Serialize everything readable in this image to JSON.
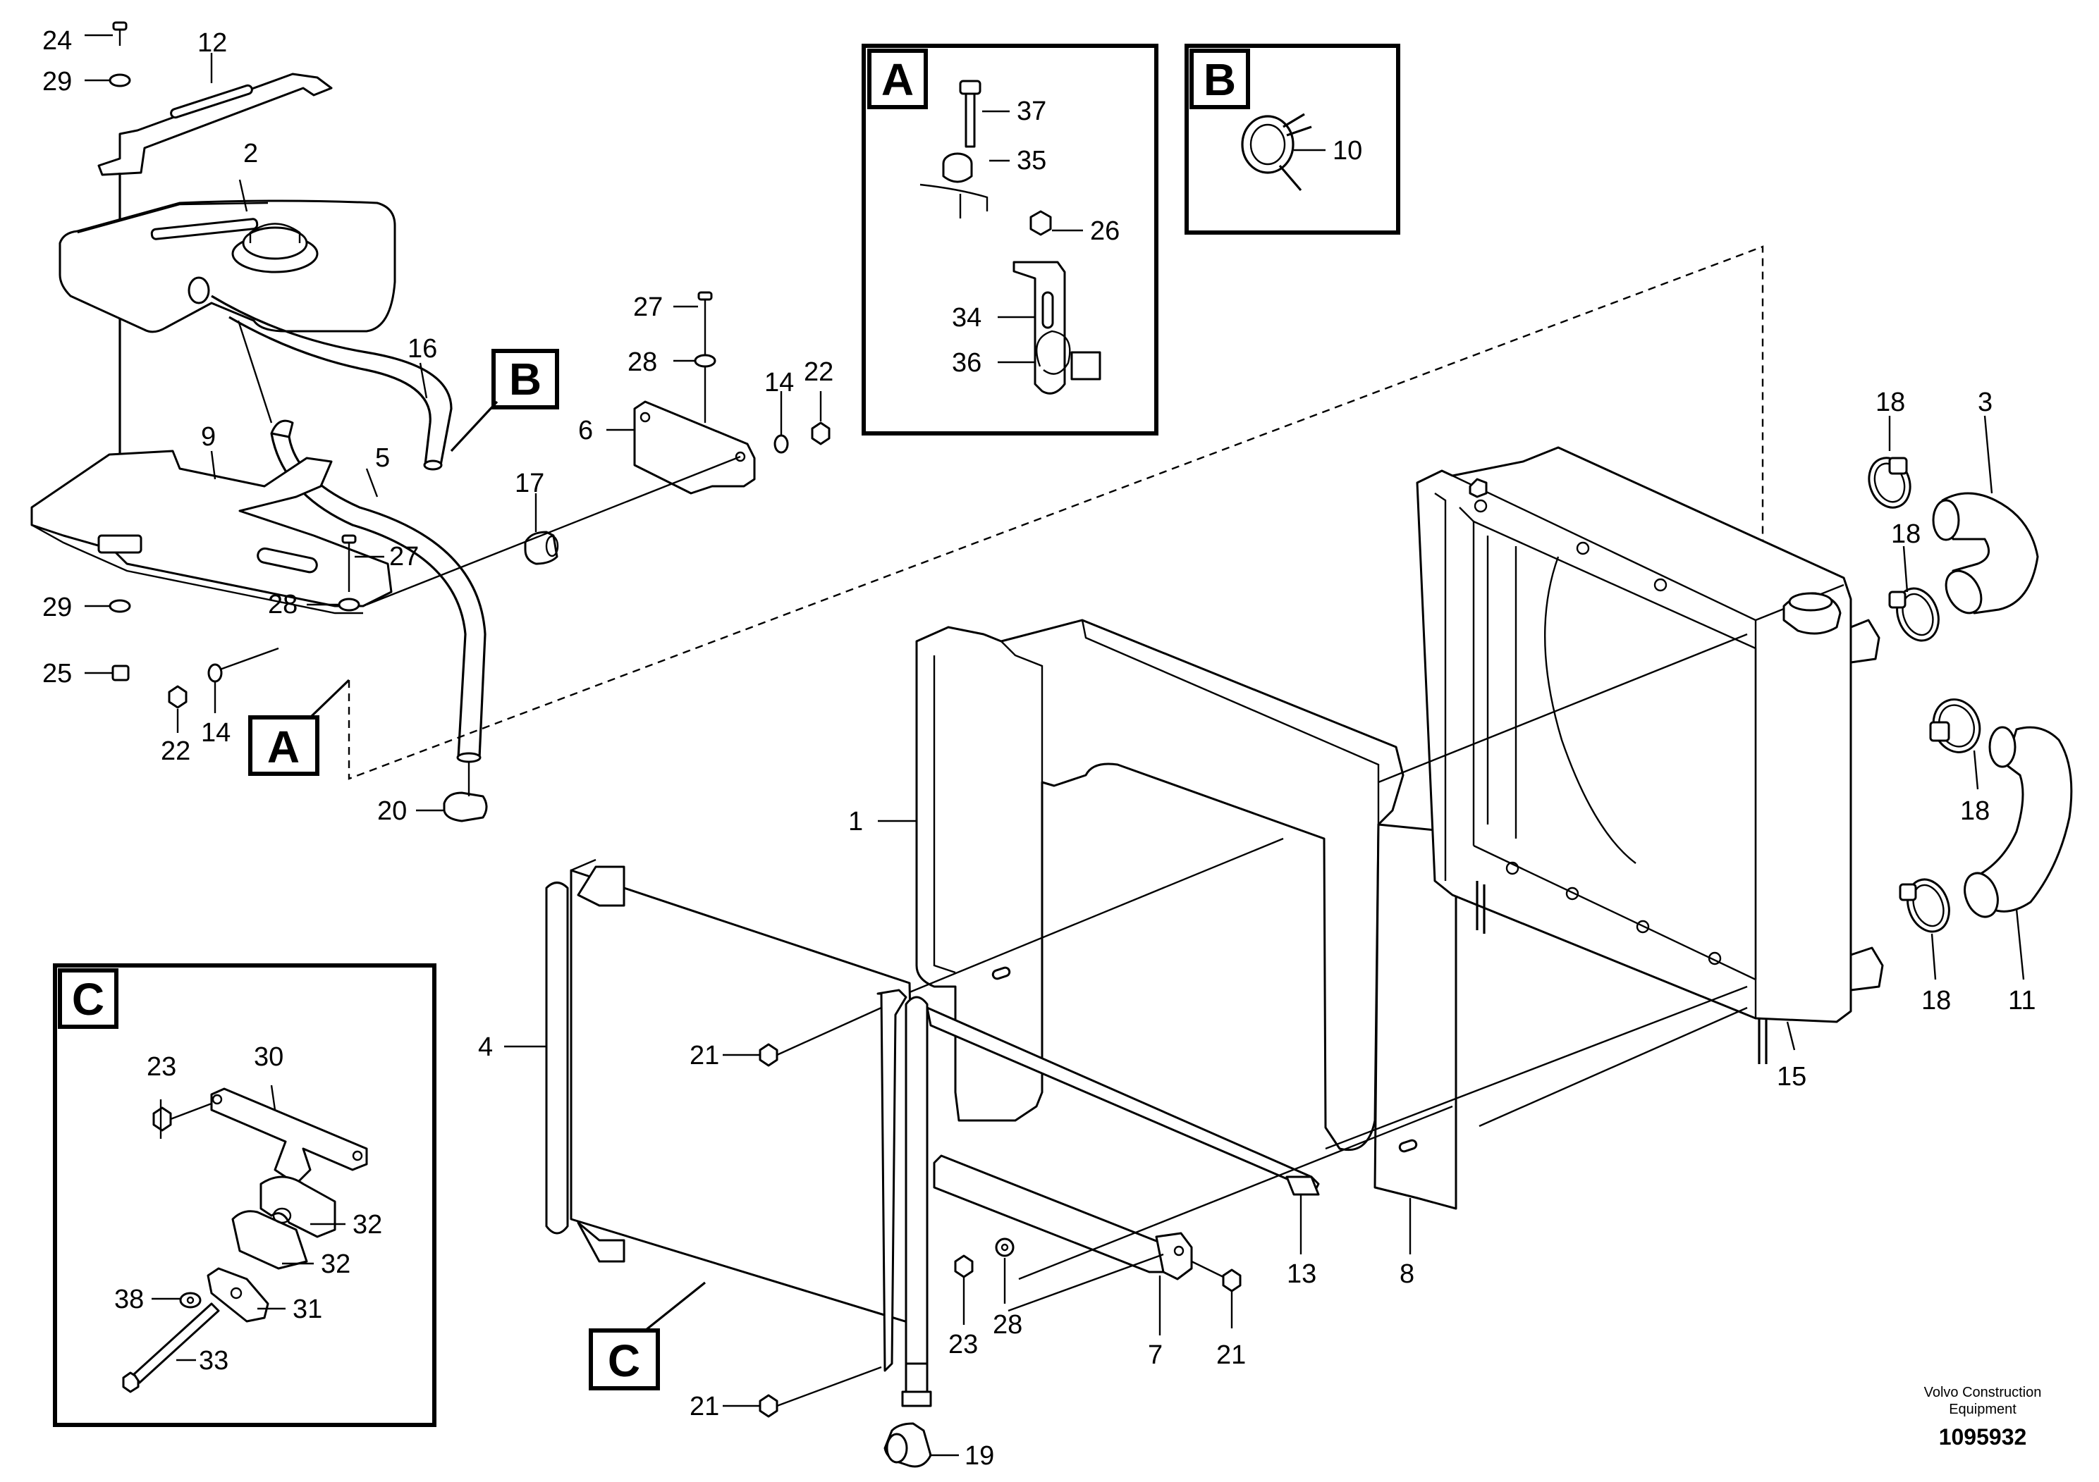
{
  "labels": {
    "l1": "1",
    "l2": "2",
    "l3": "3",
    "l4": "4",
    "l5": "5",
    "l6": "6",
    "l7": "7",
    "l8": "8",
    "l9": "9",
    "l10": "10",
    "l11": "11",
    "l12": "12",
    "l13": "13",
    "l14": "14",
    "l14b": "14",
    "l15": "15",
    "l16": "16",
    "l17": "17",
    "l18a": "18",
    "l18b": "18",
    "l18c": "18",
    "l18d": "18",
    "l19": "19",
    "l20": "20",
    "l21a": "21",
    "l21b": "21",
    "l21c": "21",
    "l22": "22",
    "l22b": "22",
    "l23": "23",
    "l23b": "23",
    "l24": "24",
    "l25": "25",
    "l26": "26",
    "l27": "27",
    "l27b": "27",
    "l28": "28",
    "l28b": "28",
    "l28c": "28",
    "l29": "29",
    "l29b": "29",
    "l30": "30",
    "l31": "31",
    "l32a": "32",
    "l32b": "32",
    "l33": "33",
    "l34": "34",
    "l35": "35",
    "l36": "36",
    "l37": "37",
    "l38": "38"
  },
  "callouts": {
    "a": "A",
    "b": "B",
    "c": "C",
    "detail_a": "A",
    "detail_b": "B",
    "detail_c": "C"
  },
  "footer": {
    "brand_line1": "Volvo Construction",
    "brand_line2": "Equipment",
    "doc_number": "1095932"
  }
}
